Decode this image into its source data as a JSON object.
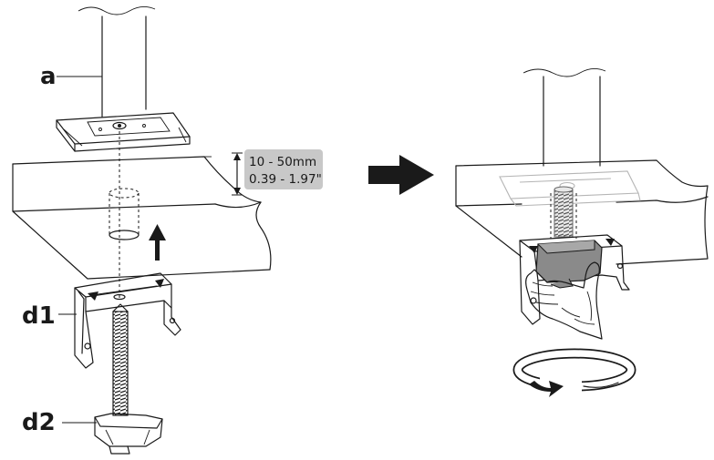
{
  "labels": {
    "post": "a",
    "clamp_bracket": "d1",
    "clamp_screw": "d2"
  },
  "thickness": {
    "metric": "10 - 50mm",
    "imperial": "0.39 - 1.97\""
  },
  "colors": {
    "ink": "#1a1a1a",
    "badge_fill": "#c8c8c8",
    "part_gray": "#8a8a8a",
    "rotate_arrow_fill": "#ffffff"
  },
  "icons": {
    "step_arrow": "right-arrow-icon",
    "insert_arrow": "up-arrow-icon",
    "rotation": "rotate-clockwise-icon"
  }
}
